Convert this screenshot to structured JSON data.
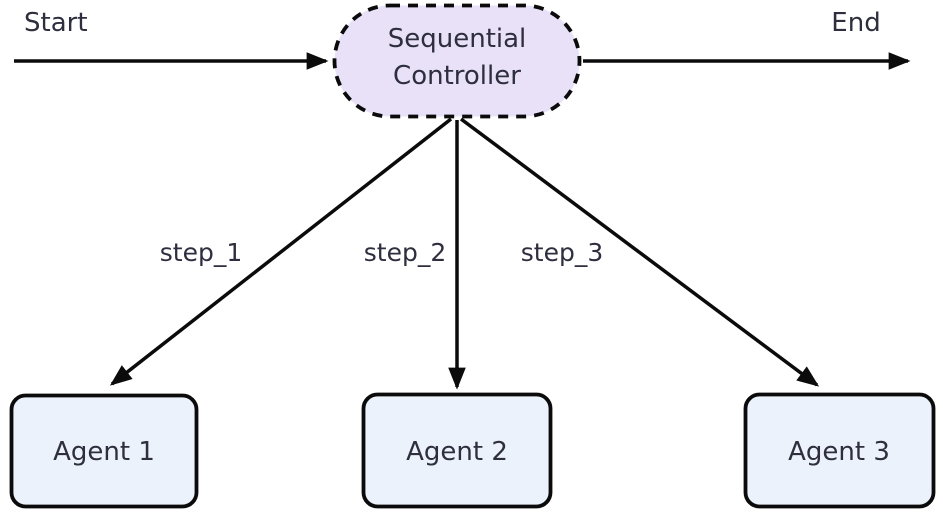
{
  "diagram": {
    "type": "flowchart",
    "start_label": "Start",
    "end_label": "End",
    "controller": {
      "label_line1": "Sequential",
      "label_line2": "Controller"
    },
    "edges": [
      {
        "label": "step_1"
      },
      {
        "label": "step_2"
      },
      {
        "label": "step_3"
      }
    ],
    "agents": [
      {
        "label": "Agent 1"
      },
      {
        "label": "Agent 2"
      },
      {
        "label": "Agent 3"
      }
    ],
    "colors": {
      "background": "#ffffff",
      "line": "#0b0b0b",
      "text": "#2e2e3e",
      "controller_fill": "#e8e1f8",
      "agent_fill": "#ecf2fb"
    }
  }
}
